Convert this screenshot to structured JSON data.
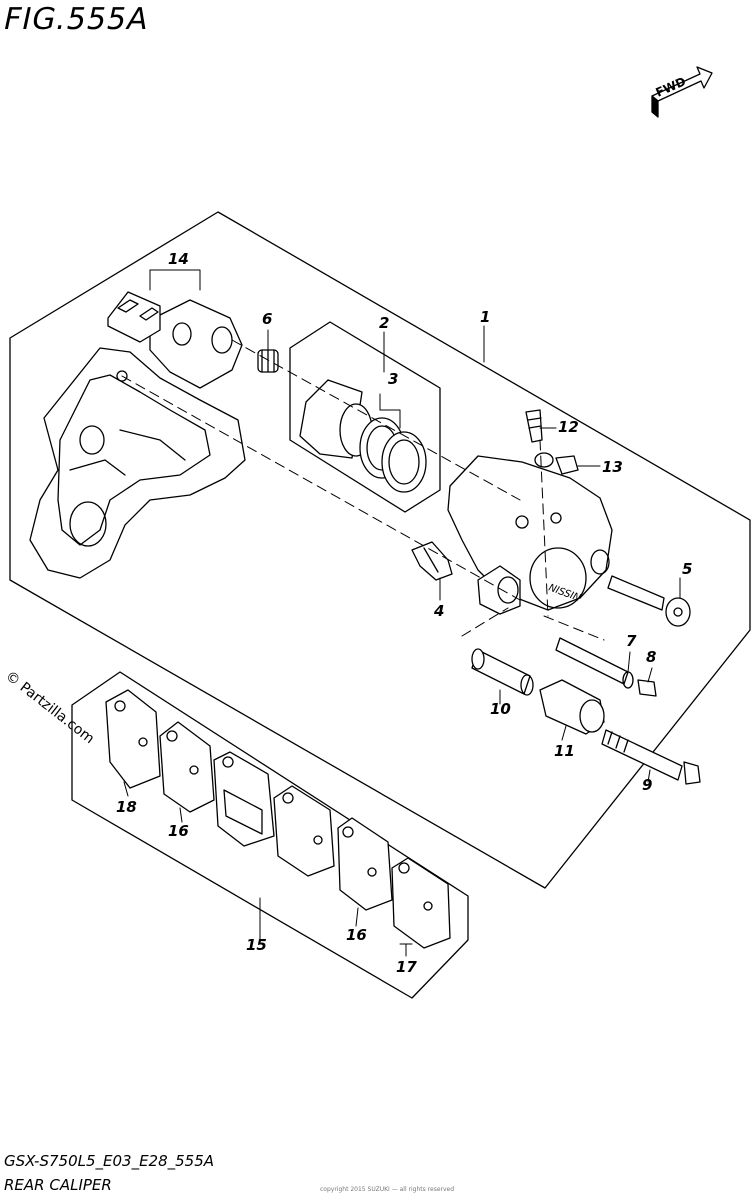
{
  "figure": {
    "title": "FIG.555A",
    "fwd_label": "FWD",
    "watermark": "© Partzilla.com",
    "model_code": "GSX-S750L5_E03_E28_555A",
    "section_name": "REAR CALIPER",
    "fine_print": "copyright 2015 SUZUKI — all rights reserved"
  },
  "callouts": [
    {
      "id": "c1",
      "label": "1"
    },
    {
      "id": "c2",
      "label": "2"
    },
    {
      "id": "c3",
      "label": "3"
    },
    {
      "id": "c4",
      "label": "4"
    },
    {
      "id": "c5",
      "label": "5"
    },
    {
      "id": "c6",
      "label": "6"
    },
    {
      "id": "c7",
      "label": "7"
    },
    {
      "id": "c8",
      "label": "8"
    },
    {
      "id": "c9",
      "label": "9"
    },
    {
      "id": "c10",
      "label": "10"
    },
    {
      "id": "c11",
      "label": "11"
    },
    {
      "id": "c12",
      "label": "12"
    },
    {
      "id": "c13",
      "label": "13"
    },
    {
      "id": "c14",
      "label": "14"
    },
    {
      "id": "c15",
      "label": "15"
    },
    {
      "id": "c16a",
      "label": "16"
    },
    {
      "id": "c16b",
      "label": "16"
    },
    {
      "id": "c17",
      "label": "17"
    },
    {
      "id": "c18",
      "label": "18"
    }
  ]
}
